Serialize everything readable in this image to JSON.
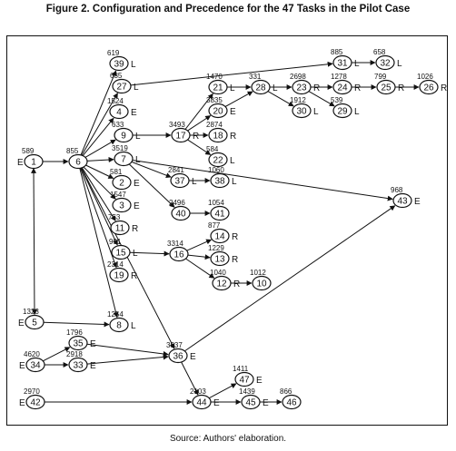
{
  "title": "Figure 2. Configuration and Precedence for the 47 Tasks in the Pilot Case",
  "source": "Source: Authors' elaboration.",
  "colors": {
    "line": "#111111",
    "background": "#ffffff"
  },
  "nodes": [
    {
      "id": "1",
      "time": "589",
      "side": "E"
    },
    {
      "id": "6",
      "time": "855",
      "side": ""
    },
    {
      "id": "39",
      "time": "619",
      "side": "L"
    },
    {
      "id": "27",
      "time": "635",
      "side": "L"
    },
    {
      "id": "4",
      "time": "1524",
      "side": "E"
    },
    {
      "id": "9",
      "time": "633",
      "side": "L"
    },
    {
      "id": "7",
      "time": "3519",
      "side": "L"
    },
    {
      "id": "2",
      "time": "581",
      "side": "E"
    },
    {
      "id": "3",
      "time": "1547",
      "side": "E"
    },
    {
      "id": "11",
      "time": "753",
      "side": "R"
    },
    {
      "id": "15",
      "time": "991",
      "side": "L"
    },
    {
      "id": "19",
      "time": "2314",
      "side": "R"
    },
    {
      "id": "17",
      "time": "3493",
      "side": "R"
    },
    {
      "id": "21",
      "time": "1470",
      "side": "L"
    },
    {
      "id": "20",
      "time": "3835",
      "side": "E"
    },
    {
      "id": "18",
      "time": "2874",
      "side": "R"
    },
    {
      "id": "22",
      "time": "584",
      "side": "L"
    },
    {
      "id": "28",
      "time": "331",
      "side": "L"
    },
    {
      "id": "23",
      "time": "2698",
      "side": "R"
    },
    {
      "id": "30",
      "time": "1912",
      "side": "L"
    },
    {
      "id": "31",
      "time": "885",
      "side": "L"
    },
    {
      "id": "24",
      "time": "1278",
      "side": "R"
    },
    {
      "id": "29",
      "time": "539",
      "side": "L"
    },
    {
      "id": "32",
      "time": "658",
      "side": "L"
    },
    {
      "id": "25",
      "time": "799",
      "side": "R"
    },
    {
      "id": "26",
      "time": "1026",
      "side": "R"
    },
    {
      "id": "37",
      "time": "2841",
      "side": "L"
    },
    {
      "id": "38",
      "time": "1060",
      "side": "L"
    },
    {
      "id": "40",
      "time": "2496",
      "side": ""
    },
    {
      "id": "41",
      "time": "1054",
      "side": ""
    },
    {
      "id": "43",
      "time": "968",
      "side": "E"
    },
    {
      "id": "16",
      "time": "3314",
      "side": ""
    },
    {
      "id": "14",
      "time": "877",
      "side": "R"
    },
    {
      "id": "13",
      "time": "1229",
      "side": "R"
    },
    {
      "id": "12",
      "time": "1040",
      "side": "R"
    },
    {
      "id": "10",
      "time": "1012",
      "side": ""
    },
    {
      "id": "5",
      "time": "1323",
      "side": "E"
    },
    {
      "id": "8",
      "time": "1254",
      "side": "L"
    },
    {
      "id": "35",
      "time": "1796",
      "side": "E"
    },
    {
      "id": "34",
      "time": "4620",
      "side": "E"
    },
    {
      "id": "33",
      "time": "2918",
      "side": "E"
    },
    {
      "id": "36",
      "time": "3537",
      "side": "E"
    },
    {
      "id": "47",
      "time": "1411",
      "side": "E"
    },
    {
      "id": "42",
      "time": "2970",
      "side": "E"
    },
    {
      "id": "44",
      "time": "2103",
      "side": "E"
    },
    {
      "id": "45",
      "time": "1439",
      "side": "E"
    },
    {
      "id": "46",
      "time": "866",
      "side": ""
    }
  ],
  "edges": [
    [
      "1",
      "6"
    ],
    [
      "1",
      "5"
    ],
    [
      "6",
      "39"
    ],
    [
      "6",
      "27"
    ],
    [
      "6",
      "4"
    ],
    [
      "6",
      "9"
    ],
    [
      "6",
      "7"
    ],
    [
      "6",
      "2"
    ],
    [
      "6",
      "3"
    ],
    [
      "6",
      "11"
    ],
    [
      "6",
      "15"
    ],
    [
      "6",
      "19"
    ],
    [
      "6",
      "8"
    ],
    [
      "6",
      "36"
    ],
    [
      "27",
      "31"
    ],
    [
      "9",
      "17"
    ],
    [
      "17",
      "21"
    ],
    [
      "17",
      "20"
    ],
    [
      "17",
      "18"
    ],
    [
      "17",
      "22"
    ],
    [
      "21",
      "28"
    ],
    [
      "20",
      "28"
    ],
    [
      "28",
      "23"
    ],
    [
      "28",
      "30"
    ],
    [
      "23",
      "24"
    ],
    [
      "23",
      "29"
    ],
    [
      "24",
      "25"
    ],
    [
      "25",
      "26"
    ],
    [
      "31",
      "32"
    ],
    [
      "7",
      "37"
    ],
    [
      "7",
      "40"
    ],
    [
      "7",
      "43"
    ],
    [
      "37",
      "38"
    ],
    [
      "40",
      "41"
    ],
    [
      "15",
      "16"
    ],
    [
      "16",
      "14"
    ],
    [
      "16",
      "13"
    ],
    [
      "16",
      "12"
    ],
    [
      "12",
      "10"
    ],
    [
      "5",
      "8"
    ],
    [
      "34",
      "35"
    ],
    [
      "34",
      "33"
    ],
    [
      "35",
      "36"
    ],
    [
      "33",
      "36"
    ],
    [
      "36",
      "43"
    ],
    [
      "36",
      "44"
    ],
    [
      "42",
      "44"
    ],
    [
      "44",
      "47"
    ],
    [
      "44",
      "45"
    ],
    [
      "45",
      "46"
    ]
  ]
}
